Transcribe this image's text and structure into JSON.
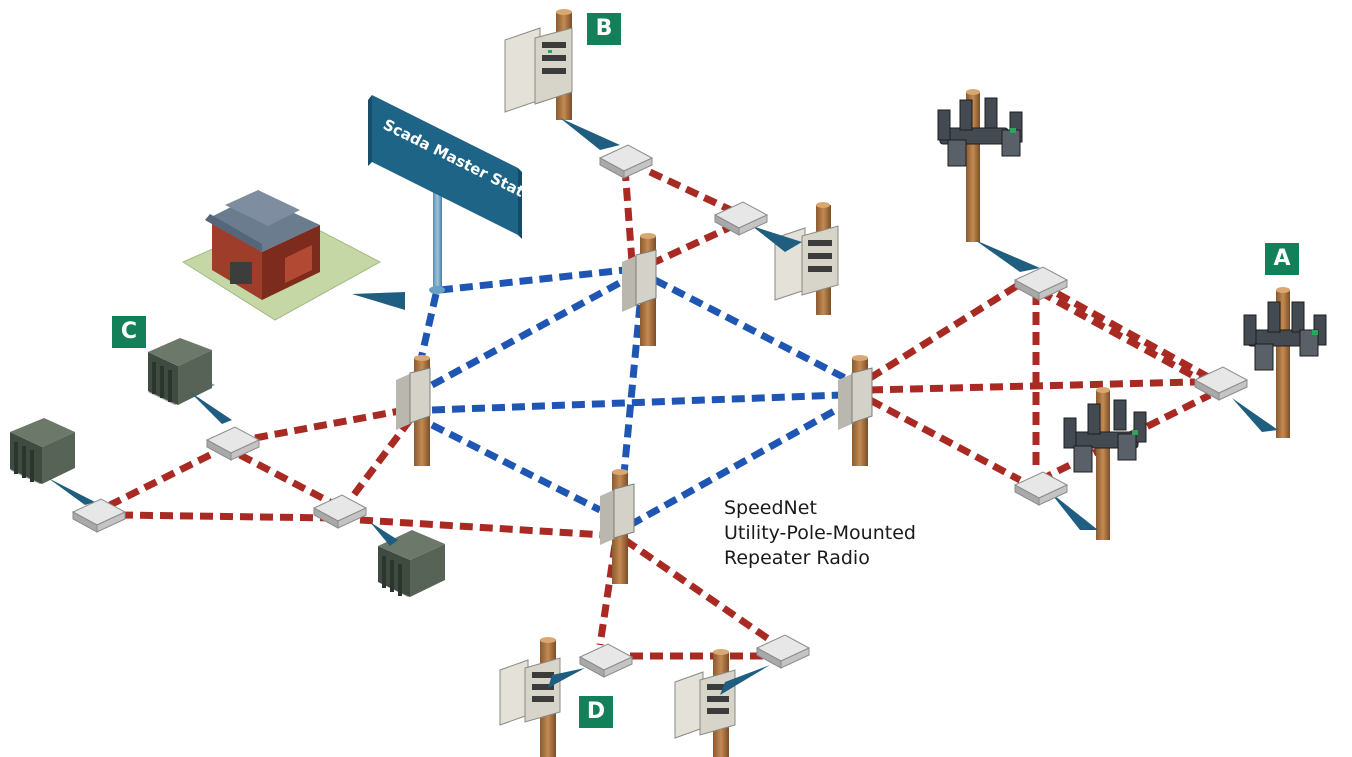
{
  "sign": {
    "text": "Scada Master Station"
  },
  "labels": {
    "a": "A",
    "b": "B",
    "c": "C",
    "d": "D"
  },
  "caption": {
    "line1": "SpeedNet",
    "line2": "Utility-Pole-Mounted",
    "line3": "Repeater Radio"
  },
  "colors": {
    "backbone_link": "#1f56b3",
    "local_link": "#a82a22",
    "badge": "#14805a",
    "sign": "#1d6487",
    "pointer": "#1f5e80"
  },
  "legend": []
}
